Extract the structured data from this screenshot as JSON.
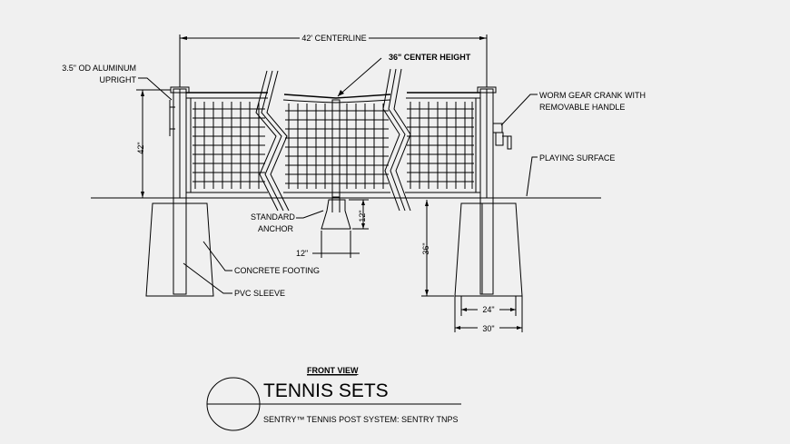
{
  "callouts": {
    "centerline": "42' CENTERLINE",
    "center_height": "36\" CENTER HEIGHT",
    "upright_line1": "3.5\" OD ALUMINUM",
    "upright_line2": "UPRIGHT",
    "crank_line1": "WORM GEAR CRANK WITH",
    "crank_line2": "REMOVABLE HANDLE",
    "playing_surface": "PLAYING SURFACE",
    "anchor_line1": "STANDARD",
    "anchor_line2": "ANCHOR",
    "concrete_footing": "CONCRETE FOOTING",
    "pvc_sleeve": "PVC SLEEVE"
  },
  "dimensions": {
    "post_height": "42\"",
    "anchor_depth": "12\"",
    "anchor_width": "12\"",
    "footing_depth": "36\"",
    "footing_top_width": "24\"",
    "footing_bottom_width": "30\""
  },
  "title_block": {
    "view_label": "FRONT VIEW",
    "title": "TENNIS SETS",
    "subtitle": "SENTRY™ TENNIS POST SYSTEM: SENTRY TNPS"
  }
}
